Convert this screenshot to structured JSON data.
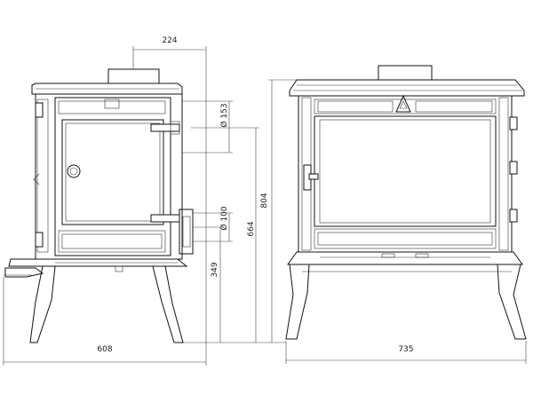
{
  "drawing": {
    "side_view": {
      "depth_label": "608",
      "flue_offset_label": "224",
      "flue_diameter_label": "Ø 153",
      "air_diameter_label": "Ø 100",
      "air_height_label": "349",
      "flue_height_label": "664"
    },
    "front_view": {
      "width_label": "735",
      "height_label": "804"
    },
    "colors": {
      "line": "#111111",
      "background": "#ffffff"
    }
  }
}
